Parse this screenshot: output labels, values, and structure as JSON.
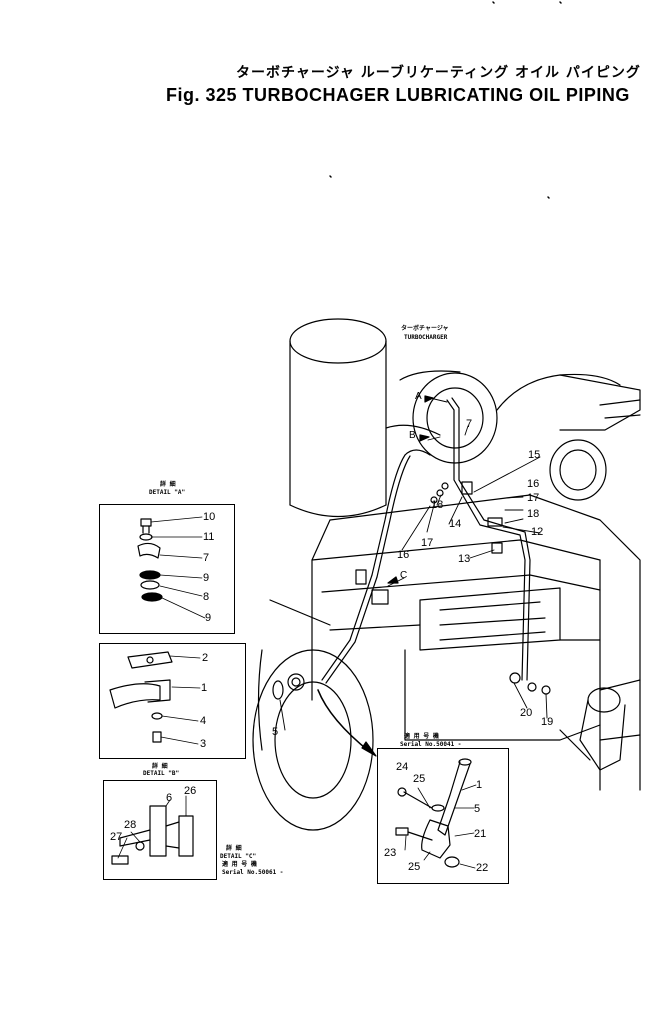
{
  "header": {
    "title_jp": "ターボチャージャ ルーブリケーティング オイル パイピング",
    "title_en": "Fig. 325 TURBOCHAGER LUBRICATING OIL PIPING"
  },
  "callouts": {
    "turbo_jp": "ターボチャージャ",
    "turbo_en": "TURBOCHARGER",
    "detail_a_jp": "詳 細",
    "detail_a": "DETAIL \"A\"",
    "detail_b_jp": "詳 細",
    "detail_b": "DETAIL \"B\"",
    "detail_c_jp": "詳 細",
    "detail_c": "DETAIL \"C\"",
    "serial_top_jp": "適 用 号 機",
    "serial_top": "Serial No.50041 -",
    "serial_c_jp": "適 用 号 機",
    "serial_c": "Serial No.50061 -",
    "view_a": "A",
    "view_b": "B",
    "view_c": "C"
  },
  "part_numbers": {
    "a10": "10",
    "a11": "11",
    "a7": "7",
    "a9a": "9",
    "a8": "8",
    "a9b": "9",
    "p2": "2",
    "p1": "1",
    "p4": "4",
    "p3": "3",
    "b6": "6",
    "b26": "26",
    "b28": "28",
    "b27": "27",
    "m7": "7",
    "m15": "15",
    "m16a": "16",
    "m17a": "17",
    "m18a": "18",
    "m12": "12",
    "m14": "14",
    "m18b": "18",
    "m17b": "17",
    "m16b": "16",
    "m13": "13",
    "m5": "5",
    "m20": "20",
    "m19": "19",
    "c24": "24",
    "c25a": "25",
    "c1": "1",
    "c5": "5",
    "c21": "21",
    "c23": "23",
    "c25b": "25",
    "c22": "22"
  }
}
